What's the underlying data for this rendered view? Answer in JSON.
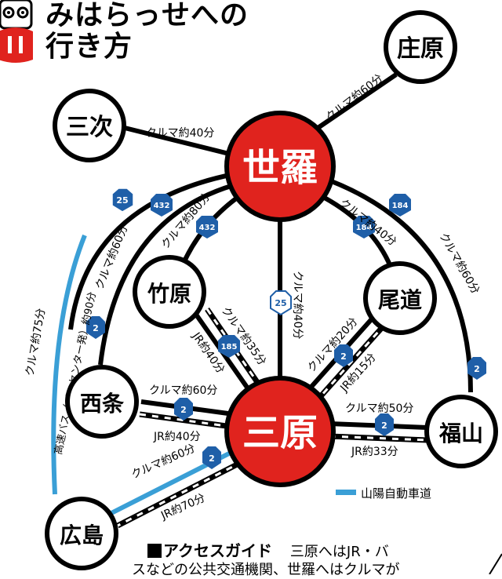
{
  "title_line1": "みはらっせへの",
  "title_line2": "行き方",
  "nodes": {
    "shohara": "庄原",
    "miyoshi": "三次",
    "sera": "世羅",
    "takehara": "竹原",
    "onomichi": "尾道",
    "saijo": "西条",
    "mihara": "三原",
    "fukuyama": "福山",
    "hiroshima": "広島"
  },
  "routes": {
    "miyoshi_sera": "クルマ約40分",
    "sera_shohara": "クルマ約60分",
    "sera_takehara": "クルマ約80分",
    "sera_onomichi": "クルマ約40分",
    "sera_fukuyama": "クルマ約60分",
    "sera_saijo": "クルマ約60分",
    "sera_mihara": "クルマ約40分",
    "takehara_mihara_car": "クルマ約35分",
    "takehara_mihara_jr": "JR約40分",
    "onomichi_mihara_car": "クルマ約20分",
    "onomichi_mihara_jr": "JR約15分",
    "saijo_mihara_car": "クルマ約60分",
    "saijo_mihara_jr": "JR約40分",
    "mihara_fukuyama_car": "クルマ約50分",
    "mihara_fukuyama_jr": "JR約33分",
    "mihara_hiroshima_car": "クルマ約60分",
    "mihara_hiroshima_jr": "JR約70分",
    "hiroshima_sera_car": "クルマ約75分",
    "hiroshima_sera_bus": "高速バス（バスセンター発）約90分"
  },
  "road_shields": {
    "r2": "2",
    "r25": "25",
    "r432": "432",
    "r184": "184",
    "r185": "185"
  },
  "legend": {
    "expressway": "山陽自動車道"
  },
  "access": {
    "heading": "アクセスガイド",
    "text1": "三原へはJR・バ",
    "text2": "スなどの公共交通機関、世羅へはクルマが"
  },
  "colors": {
    "red": "#e0231e",
    "expressway_blue": "#3a9fd6",
    "black": "#000000"
  }
}
